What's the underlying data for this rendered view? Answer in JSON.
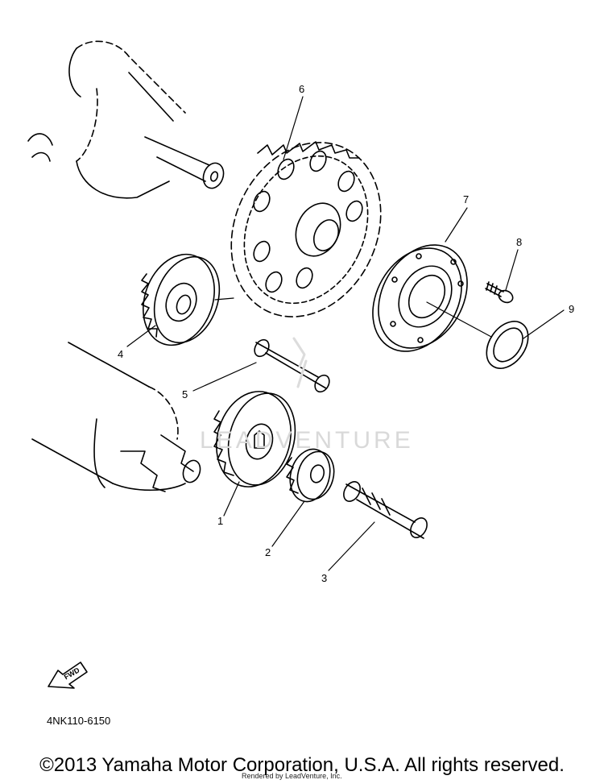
{
  "diagram": {
    "callouts": [
      {
        "id": "1",
        "label": "1"
      },
      {
        "id": "2",
        "label": "2"
      },
      {
        "id": "3",
        "label": "3"
      },
      {
        "id": "4",
        "label": "4"
      },
      {
        "id": "5",
        "label": "5"
      },
      {
        "id": "6",
        "label": "6"
      },
      {
        "id": "7",
        "label": "7"
      },
      {
        "id": "8",
        "label": "8"
      },
      {
        "id": "9",
        "label": "9"
      }
    ],
    "fwd_label": "FWD",
    "watermark_text": "LEADVENTURE",
    "diagram_code": "4NK110-6150"
  },
  "footer": {
    "copyright": "©2013 Yamaha Motor Corporation, U.S.A. All rights reserved.",
    "rendered_by": "Rendered by LeadVenture, Inc."
  }
}
